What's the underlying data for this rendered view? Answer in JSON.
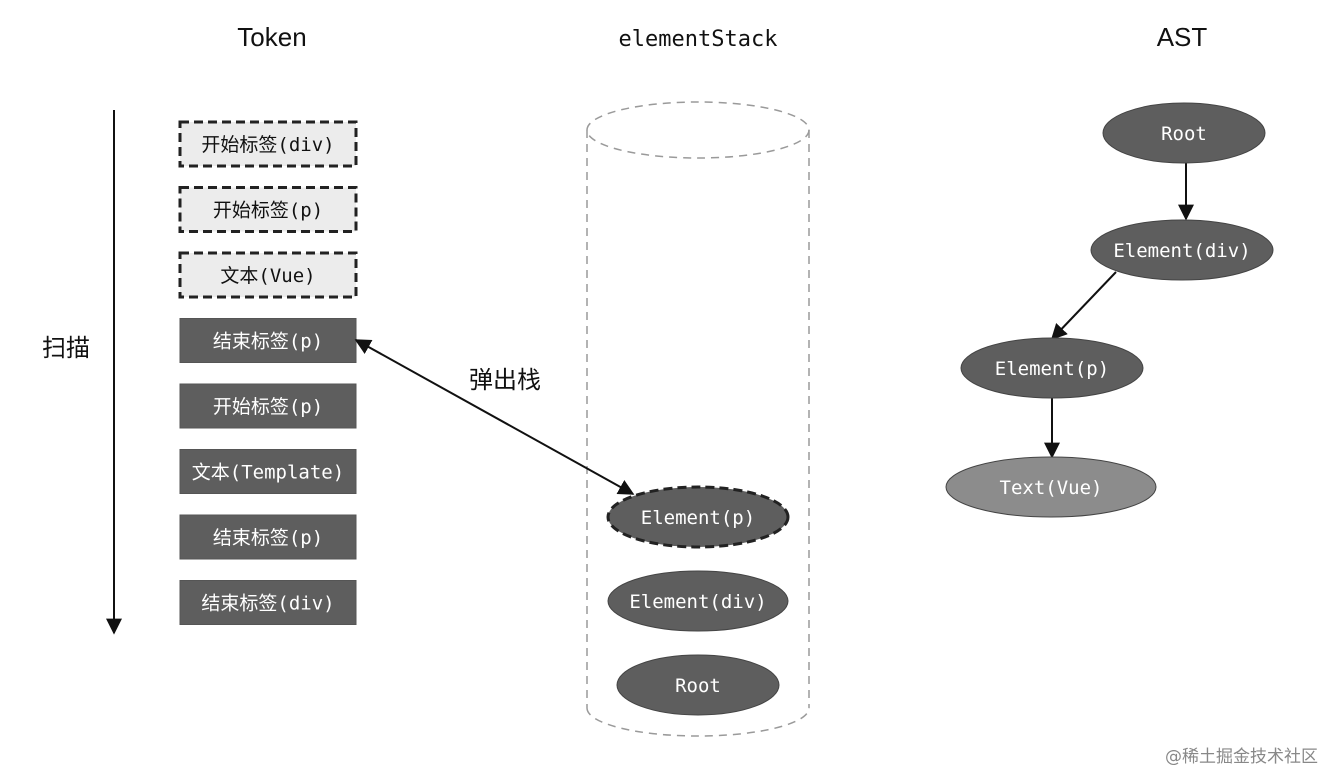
{
  "headers": {
    "token": "Token",
    "stack": "elementStack",
    "ast": "AST"
  },
  "scan_label": "扫描",
  "pop_label": "弹出栈",
  "tokens": [
    {
      "label": "开始标签(div)",
      "style": "dashed"
    },
    {
      "label": "开始标签(p)",
      "style": "dashed"
    },
    {
      "label": "文本(Vue)",
      "style": "dashed"
    },
    {
      "label": "结束标签(p)",
      "style": "solid"
    },
    {
      "label": "开始标签(p)",
      "style": "solid"
    },
    {
      "label": "文本(Template)",
      "style": "solid"
    },
    {
      "label": "结束标签(p)",
      "style": "solid"
    },
    {
      "label": "结束标签(div)",
      "style": "solid"
    }
  ],
  "stack_items": [
    {
      "label": "Element(p)",
      "style": "dashed"
    },
    {
      "label": "Element(div)",
      "style": "solid"
    },
    {
      "label": "Root",
      "style": "solid"
    }
  ],
  "ast_nodes": [
    {
      "label": "Root",
      "tone": "dark"
    },
    {
      "label": "Element(div)",
      "tone": "dark"
    },
    {
      "label": "Element(p)",
      "tone": "dark"
    },
    {
      "label": "Text(Vue)",
      "tone": "light"
    }
  ],
  "watermark": "@稀土掘金技术社区",
  "colors": {
    "dark_fill": "#5e5e5e",
    "light_token_fill": "#ececec",
    "light_node_fill": "#8c8c8c",
    "stroke": "#333333",
    "cylinder_stroke": "#9a9a9a"
  }
}
